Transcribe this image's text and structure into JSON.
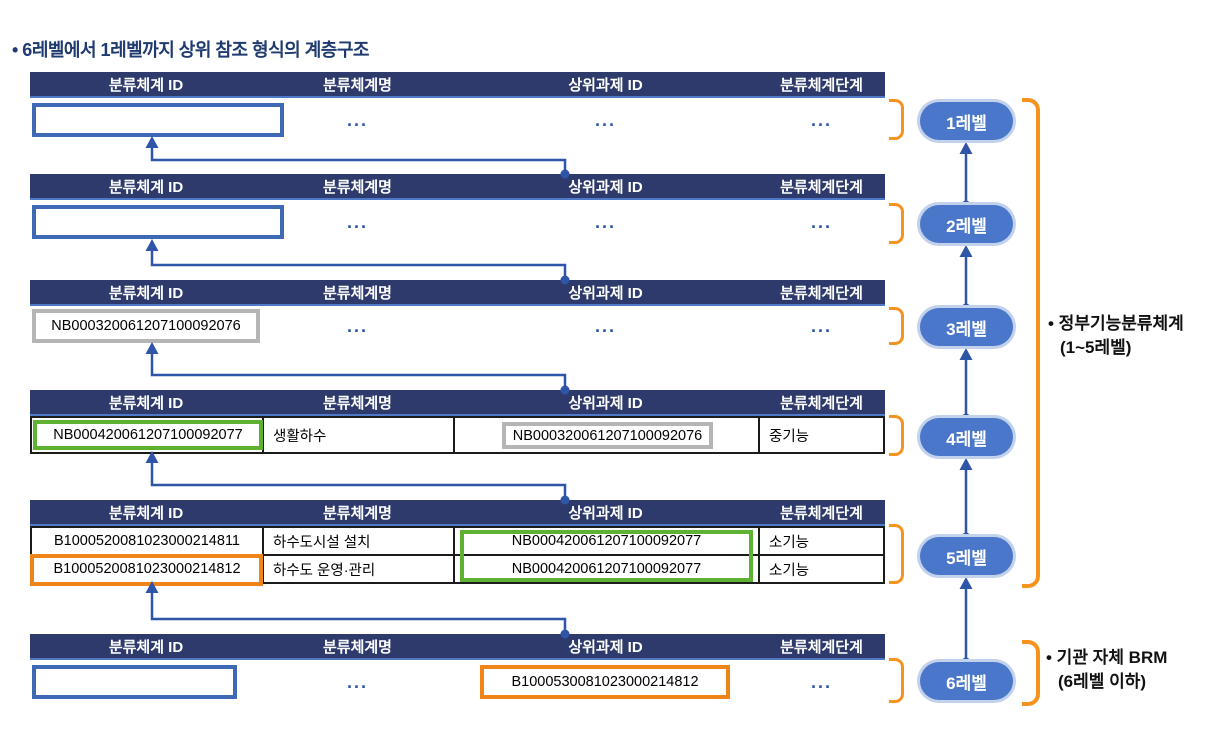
{
  "title": "• 6레벨에서 1레벨까지 상위 참조 형식의 계층구조",
  "columns": [
    "분류체계 ID",
    "분류체계명",
    "상위과제 ID",
    "분류체계단계"
  ],
  "levels": [
    {
      "badge": "1레벨",
      "cells": {
        "id": "",
        "name": "...",
        "parent": "...",
        "stage": "..."
      }
    },
    {
      "badge": "2레벨",
      "cells": {
        "id": "",
        "name": "...",
        "parent": "...",
        "stage": "..."
      }
    },
    {
      "badge": "3레벨",
      "cells": {
        "id": "NB000320061207100092076",
        "name": "...",
        "parent": "...",
        "stage": "..."
      }
    },
    {
      "badge": "4레벨",
      "cells": {
        "id": "NB000420061207100092077",
        "name": "생활하수",
        "parent": "NB000320061207100092076",
        "stage": "중기능"
      }
    },
    {
      "badge": "5레벨",
      "rows": [
        {
          "id": "B1000520081023000214811",
          "name": "하수도시설 설치",
          "parent": "NB000420061207100092077",
          "stage": "소기능"
        },
        {
          "id": "B1000520081023000214812",
          "name": "하수도 운영·관리",
          "parent": "NB000420061207100092077",
          "stage": "소기능"
        }
      ]
    },
    {
      "badge": "6레벨",
      "cells": {
        "id": "",
        "name": "...",
        "parent": "B1000530081023000214812",
        "stage": "..."
      }
    }
  ],
  "annotations": {
    "gov_line1": "• 정부기능분류체계",
    "gov_line2": "(1~5레벨)",
    "brm_line1": "• 기관 자체 BRM",
    "brm_line2": "(6레벨 이하)"
  },
  "colors": {
    "header_navy": "#2d3a6b",
    "header_underline": "#4e79c9",
    "wire_blue": "#2e55a7",
    "box_blue": "#3e6ab5",
    "box_gray": "#b5b5b5",
    "box_green": "#5db232",
    "box_orange": "#ef8418",
    "bracket_orange": "#f6921e",
    "pill_fill": "#4a77c9",
    "pill_ring": "#c2d2ec",
    "title_navy": "#1e3a6e"
  }
}
